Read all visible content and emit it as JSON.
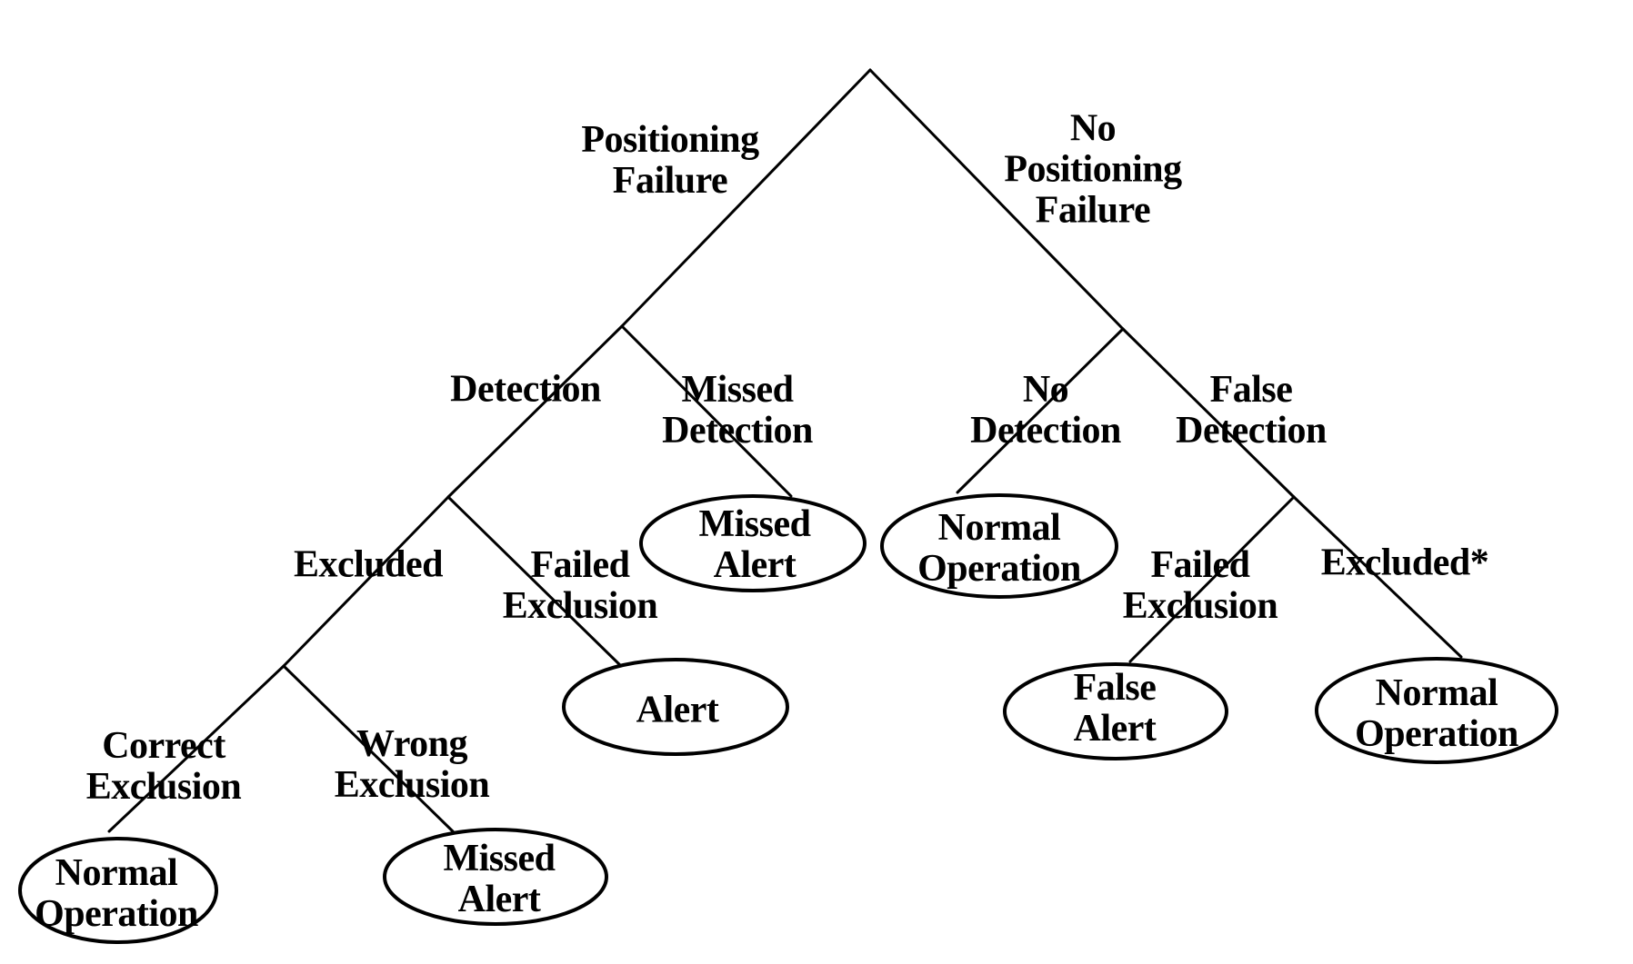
{
  "figure": {
    "type": "binary-event-tree",
    "description": "Event tree of positioning failure detection and exclusion outcomes",
    "background_color": "#ffffff",
    "line_color": "#000000"
  },
  "labels": {
    "edge_positioning_failure": "Positioning\nFailure",
    "edge_no_positioning_failure": "No\nPositioning\nFailure",
    "edge_detection": "Detection",
    "edge_missed_detection": "Missed\nDetection",
    "edge_no_detection": "No\nDetection",
    "edge_false_detection": "False\nDetection",
    "edge_excluded": "Excluded",
    "edge_failed_exclusion_left": "Failed\nExclusion",
    "edge_correct_exclusion": "Correct\nExclusion",
    "edge_wrong_exclusion": "Wrong\nExclusion",
    "edge_failed_exclusion_right": "Failed\nExclusion",
    "edge_excluded_star": "Excluded*",
    "outcome_missed_alert_upper": "Missed\nAlert",
    "outcome_normal_operation_mid": "Normal\nOperation",
    "outcome_alert": "Alert",
    "outcome_false_alert": "False\nAlert",
    "outcome_normal_operation_right": "Normal\nOperation",
    "outcome_normal_operation_bottom_left": "Normal\nOperation",
    "outcome_missed_alert_lower": "Missed\nAlert"
  },
  "hierarchy": {
    "branches": [
      {
        "edge": "Positioning Failure",
        "branches": [
          {
            "edge": "Detection",
            "branches": [
              {
                "edge": "Excluded",
                "branches": [
                  {
                    "edge": "Correct Exclusion",
                    "outcome": "Normal Operation"
                  },
                  {
                    "edge": "Wrong Exclusion",
                    "outcome": "Missed Alert"
                  }
                ]
              },
              {
                "edge": "Failed Exclusion",
                "outcome": "Alert"
              }
            ]
          },
          {
            "edge": "Missed Detection",
            "outcome": "Missed Alert"
          }
        ]
      },
      {
        "edge": "No Positioning Failure",
        "branches": [
          {
            "edge": "No Detection",
            "outcome": "Normal Operation"
          },
          {
            "edge": "False Detection",
            "branches": [
              {
                "edge": "Failed Exclusion",
                "outcome": "False Alert"
              },
              {
                "edge": "Excluded*",
                "outcome": "Normal Operation"
              }
            ]
          }
        ]
      }
    ]
  }
}
